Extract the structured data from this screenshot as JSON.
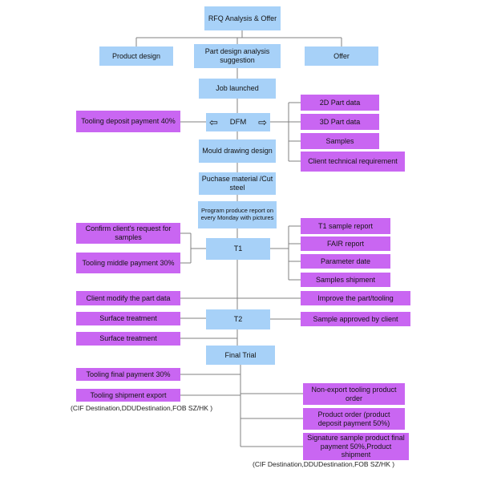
{
  "nodes": {
    "rfq": "RFQ Analysis & Offer",
    "product_design": "Product design",
    "part_design": "Part design analysis suggestion",
    "offer": "Offer",
    "job_launched": "Job launched",
    "tooling_deposit": "Tooling deposit payment 40%",
    "dfm": "DFM",
    "part_data_2d": "2D Part data",
    "part_data_3d": "3D Part data",
    "samples": "Samples",
    "client_tech": "Client technical requirement",
    "mould_drawing": "Mould drawing design",
    "purchase_material": "Puchase material /Cut steel",
    "program_report": "Program produce report on every Monday with pictures",
    "t1": "T1",
    "confirm_request": "Confirm client's request for samples",
    "tooling_middle": "Tooling middle payment 30%",
    "t1_sample_report": "T1 sample report",
    "fair_report": "FAIR report",
    "parameter_date": "Parameter date",
    "samples_shipment": "Samples shipment",
    "client_modify": "Client modify the part data",
    "improve_part": "Improve the part/tooling",
    "t2": "T2",
    "surface_treatment_1": "Surface treatment",
    "sample_approved": "Sample approved by client",
    "surface_treatment_2": "Surface treatment",
    "final_trial": "Final Trial",
    "tooling_final": "Tooling final payment 30%",
    "tooling_shipment": "Tooling shipment export",
    "non_export": "Non-export tooling product order",
    "product_order": "Product order (product deposit payment 50%)",
    "signature_sample": "Signature sample product final payment 50%,Product shipment"
  },
  "icons": {
    "dfm_arrow_left": "⇦",
    "dfm_arrow_right": "⇨"
  },
  "footnotes": {
    "left": "(CIF Destination,DDUDestination,FOB SZ/HK )",
    "right": "(CIF Destination,DDUDestination,FOB SZ/HK )"
  },
  "colors": {
    "process_box": "#a7d1f8",
    "io_box": "#c966f2",
    "connector": "#808080"
  }
}
